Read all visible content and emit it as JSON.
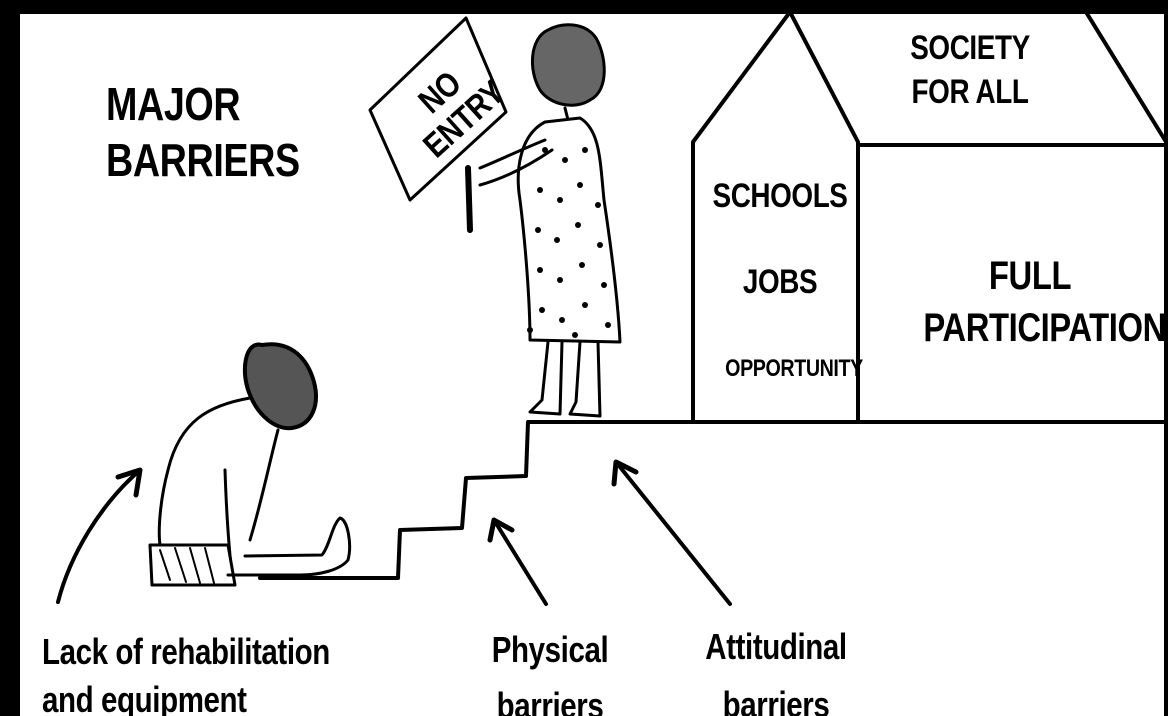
{
  "title": [
    "MAJOR",
    "BARRIERS"
  ],
  "sign": [
    "NO",
    "ENTRY"
  ],
  "house_roof": [
    "SOCIETY",
    "FOR ALL"
  ],
  "tower": [
    "SCHOOLS",
    "JOBS",
    "OPPORTUNITY"
  ],
  "main_building": [
    "FULL",
    "PARTICIPATION"
  ],
  "captions": {
    "lack": [
      "Lack of rehabilitation",
      "and equipment"
    ],
    "physical": [
      "Physical",
      "barriers"
    ],
    "attitudinal": [
      "Attitudinal",
      "barriers"
    ]
  }
}
